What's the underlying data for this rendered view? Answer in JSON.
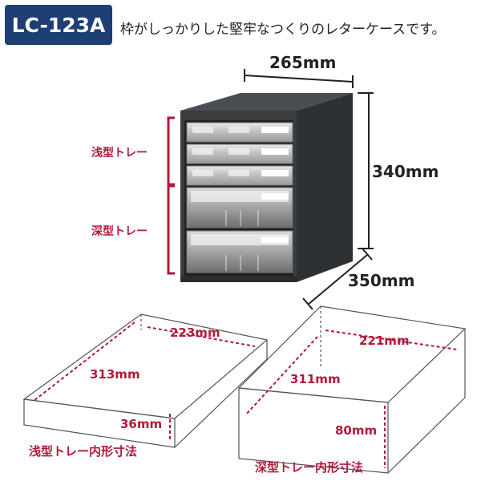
{
  "header": {
    "model": "LC-123A",
    "tagline": "枠がしっかりした堅牢なつくりのレターケースです。"
  },
  "cabinet": {
    "width_label": "265mm",
    "height_label": "340mm",
    "depth_label": "350mm",
    "shallow_tray_label": "浅型トレー",
    "deep_tray_label": "深型トレー"
  },
  "shallow_tray": {
    "width_label": "223mm",
    "depth_label": "313mm",
    "height_label": "36mm",
    "caption": "浅型トレー内形寸法"
  },
  "deep_tray": {
    "width_label": "221mm",
    "depth_label": "311mm",
    "height_label": "80mm",
    "caption": "深型トレー内形寸法"
  },
  "colors": {
    "badge": "#1d3f73",
    "accent": "#b3183a",
    "cabinet": "#3a3d40"
  }
}
